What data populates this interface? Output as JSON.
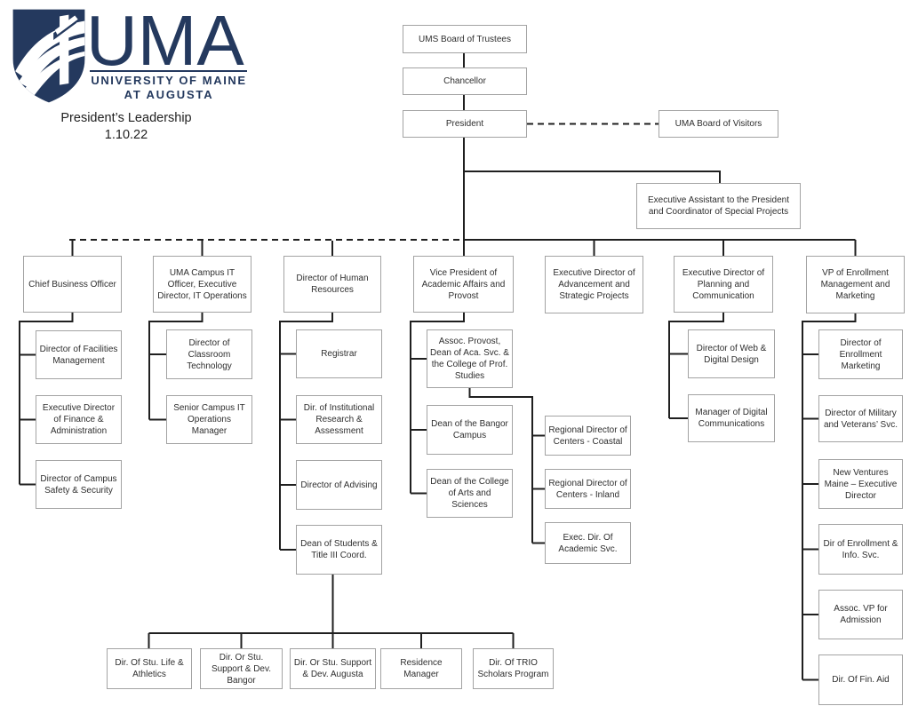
{
  "logo": {
    "acronym": "UMA",
    "name_line1": "UNIVERSITY OF MAINE",
    "name_line2": "AT AUGUSTA"
  },
  "title": {
    "heading": "President’s Leadership",
    "date": "1.10.22"
  },
  "colors": {
    "navy": "#24395e",
    "connector_line": "#1f1f1f",
    "box_border": "#a3a3a3",
    "box_text": "#2e2e2e"
  },
  "nodes": {
    "trustees": "UMS Board of Trustees",
    "chancellor": "Chancellor",
    "president": "President",
    "visitors": "UMA Board of Visitors",
    "exec_assistant": "Executive Assistant to the President and Coordinator of Special Projects",
    "cbo": "Chief Business Officer",
    "it_officer": "UMA Campus IT Officer, Executive Director, IT Operations",
    "hr": "Director of Human Resources",
    "provost": "Vice President of Academic Affairs and Provost",
    "advancement": "Executive Director of Advancement and Strategic Projects",
    "planning": "Executive Director of Planning and Communication",
    "enrollment": "VP of Enrollment Management and Marketing",
    "facilities": "Director of Facilities Management",
    "finance": "Executive Director of Finance & Administration",
    "safety": "Director of Campus Safety & Security",
    "classroom_tech": "Director of Classroom Technology",
    "senior_it": "Senior Campus IT Operations Manager",
    "registrar": "Registrar",
    "inst_research": "Dir. of Institutional Research & Assessment",
    "advising": "Director of Advising",
    "dean_students": "Dean of Students & Title III Coord.",
    "assoc_provost": "Assoc. Provost, Dean of Aca. Svc. & the College of Prof. Studies",
    "dean_bangor": "Dean of the Bangor Campus",
    "dean_cas": "Dean of the College of Arts and Sciences",
    "regional_coastal": "Regional Director of Centers - Coastal",
    "regional_inland": "Regional Director of Centers - Inland",
    "exec_dir_academic": "Exec. Dir. Of Academic Svc.",
    "web_design": "Director of Web & Digital Design",
    "digital_comms": "Manager of Digital Communications",
    "enroll_marketing": "Director of Enrollment Marketing",
    "military_veterans": "Director of Military and Veterans’ Svc.",
    "new_ventures": "New Ventures Maine – Executive Director",
    "enroll_info": "Dir of Enrollment & Info. Svc.",
    "assoc_vp_admission": "Assoc. VP for Admission",
    "fin_aid": "Dir. Of Fin. Aid",
    "stu_life": "Dir. Of Stu. Life & Athletics",
    "stu_support_bangor": "Dir. Or Stu. Support & Dev. Bangor",
    "stu_support_augusta": "Dir. Or Stu. Support & Dev. Augusta",
    "residence": "Residence Manager",
    "trio": "Dir. Of TRIO Scholars Program"
  },
  "edges": {
    "solid": [
      [
        "trustees",
        "chancellor"
      ],
      [
        "chancellor",
        "president"
      ],
      [
        "president",
        "exec_assistant"
      ],
      [
        "president",
        "provost"
      ],
      [
        "president",
        "advancement"
      ],
      [
        "president",
        "planning"
      ],
      [
        "president",
        "enrollment"
      ],
      [
        "cbo",
        "facilities"
      ],
      [
        "cbo",
        "finance"
      ],
      [
        "cbo",
        "safety"
      ],
      [
        "it_officer",
        "classroom_tech"
      ],
      [
        "it_officer",
        "senior_it"
      ],
      [
        "hr",
        "registrar"
      ],
      [
        "hr",
        "inst_research"
      ],
      [
        "hr",
        "advising"
      ],
      [
        "hr",
        "dean_students"
      ],
      [
        "provost",
        "assoc_provost"
      ],
      [
        "provost",
        "dean_bangor"
      ],
      [
        "provost",
        "dean_cas"
      ],
      [
        "assoc_provost",
        "regional_coastal"
      ],
      [
        "assoc_provost",
        "regional_inland"
      ],
      [
        "assoc_provost",
        "exec_dir_academic"
      ],
      [
        "planning",
        "web_design"
      ],
      [
        "planning",
        "digital_comms"
      ],
      [
        "enrollment",
        "enroll_marketing"
      ],
      [
        "enrollment",
        "military_veterans"
      ],
      [
        "enrollment",
        "new_ventures"
      ],
      [
        "enrollment",
        "enroll_info"
      ],
      [
        "enrollment",
        "assoc_vp_admission"
      ],
      [
        "enrollment",
        "fin_aid"
      ],
      [
        "dean_students",
        "stu_life"
      ],
      [
        "dean_students",
        "stu_support_bangor"
      ],
      [
        "dean_students",
        "stu_support_augusta"
      ],
      [
        "dean_students",
        "residence"
      ],
      [
        "dean_students",
        "trio"
      ]
    ],
    "dashed": [
      [
        "president",
        "visitors"
      ],
      [
        "president",
        "cbo"
      ],
      [
        "president",
        "it_officer"
      ],
      [
        "president",
        "hr"
      ]
    ]
  }
}
